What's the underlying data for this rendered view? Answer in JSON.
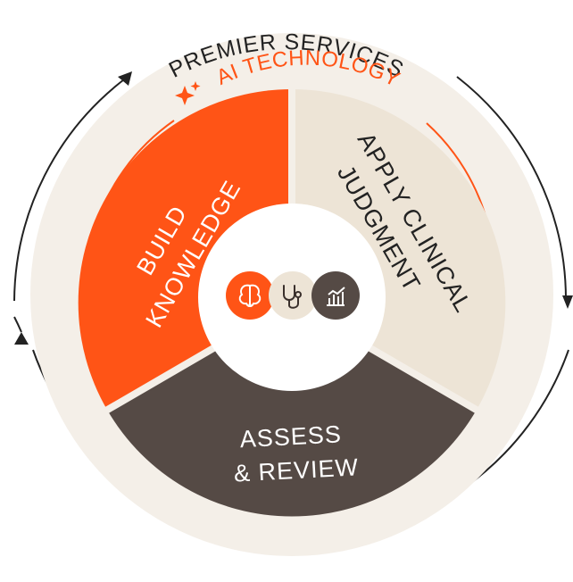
{
  "outer_title": "PREMIER SERVICES",
  "ai_label": "AI TECHNOLOGY",
  "segments": [
    {
      "id": "build",
      "lines": [
        "BUILD",
        "KNOWLEDGE"
      ]
    },
    {
      "id": "apply",
      "lines": [
        "APPLY CLINICAL",
        "JUDGMENT"
      ]
    },
    {
      "id": "assess",
      "lines": [
        "ASSESS",
        "& REVIEW"
      ]
    }
  ],
  "center_icons": [
    "brain-icon",
    "stethoscope-icon",
    "chart-icon"
  ],
  "colors": {
    "orange": "#FF5416",
    "beige": "#EDE4D6",
    "dark": "#554A45",
    "ring": "#F4EFE8",
    "arrow": "#222222"
  }
}
